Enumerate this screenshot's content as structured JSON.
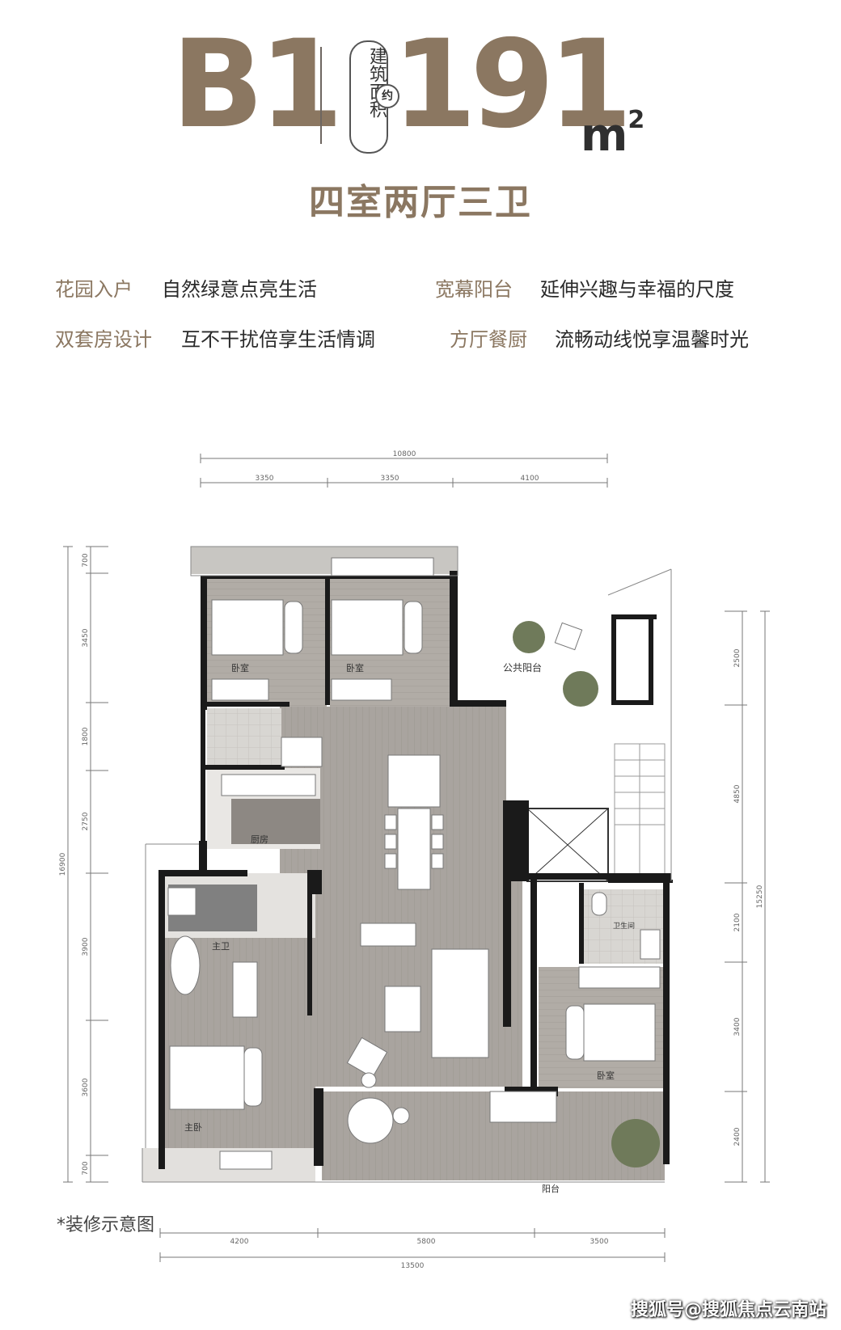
{
  "header": {
    "unit_code": "B1",
    "area_label": "建筑面积",
    "approx": "约",
    "area_value": "191",
    "area_unit": "m",
    "area_unit_sup": "2",
    "layout_type": "四室两厅三卫"
  },
  "features": [
    {
      "key": "花园入户",
      "value": "自然绿意点亮生活"
    },
    {
      "key": "宽幕阳台",
      "value": "延伸兴趣与幸福的尺度"
    },
    {
      "key": "双套房设计",
      "value": "互不干扰倍享生活情调"
    },
    {
      "key": "方厅餐厨",
      "value": "流畅动线悦享温馨时光"
    }
  ],
  "plan": {
    "dims_top": {
      "total": "10800",
      "parts": [
        "3350",
        "3350",
        "4100"
      ]
    },
    "dims_bottom": {
      "total": "13500",
      "parts": [
        "4200",
        "5800",
        "3500"
      ]
    },
    "dims_left": {
      "total": "16900",
      "parts": [
        "700",
        "3450",
        "1800",
        "2750",
        "3900",
        "3600",
        "700"
      ]
    },
    "dims_right": {
      "total": "15250",
      "parts": [
        "2500",
        "4850",
        "2100",
        "3400",
        "2400"
      ]
    },
    "rooms": {
      "bedroom_1": "卧室",
      "bedroom_2": "卧室",
      "public_balcony": "公共阳台",
      "kitchen": "厨房",
      "master_bath": "主卫",
      "master_bedroom": "主卧",
      "bath_right": "卫生间",
      "bedroom_right": "卧室",
      "balcony": "阳台"
    }
  },
  "footnote": "*装修示意图",
  "watermark": "搜狐号@搜狐焦点云南站",
  "colors": {
    "accent": "#8b7761",
    "wall": "#1a1a1a",
    "floor": "#a8a39f"
  }
}
